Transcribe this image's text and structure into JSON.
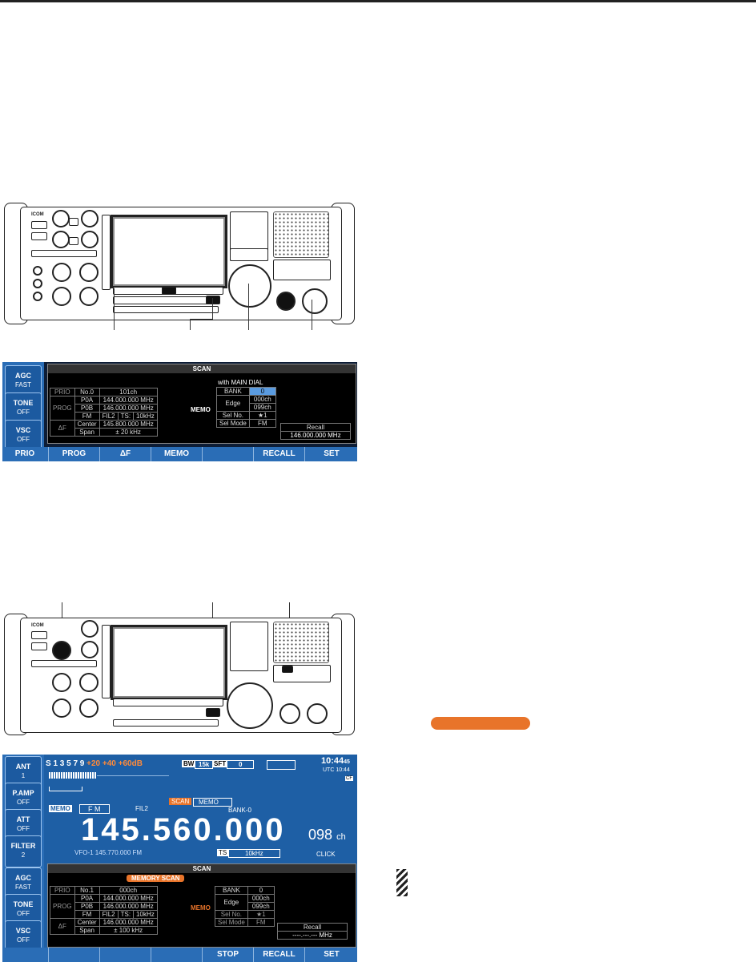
{
  "radio_top": {
    "brand": "ICOM"
  },
  "screen1": {
    "side_buttons": [
      {
        "label": "AGC",
        "value": "FAST"
      },
      {
        "label": "TONE",
        "value": "OFF"
      },
      {
        "label": "VSC",
        "value": "OFF"
      }
    ],
    "title": "SCAN",
    "with_main_dial": "with MAIN DIAL",
    "prio": "PRIO",
    "prio_no": "No.0",
    "prio_ch": "101ch",
    "prog": "PROG",
    "p0a": "P0A",
    "p0a_freq": "144.000.000 MHz",
    "p0b": "P0B",
    "p0b_freq": "146.000.000 MHz",
    "mode": "FM",
    "fil": "FIL2",
    "ts": "TS:",
    "ts_val": "10kHz",
    "df": "ΔF",
    "center": "Center",
    "center_freq": "145.800.000 MHz",
    "span": "Span",
    "span_val": "±   20 kHz",
    "memo": "MEMO",
    "bank": "BANK",
    "bank_val": "0",
    "edge": "Edge",
    "edge1": "000ch",
    "edge2": "099ch",
    "sel_no": "Sel No.",
    "sel_no_val": "★1",
    "sel_mode": "Sel Mode",
    "sel_mode_val": "FM",
    "recall": "Recall",
    "recall_freq": "146.000.000 MHz",
    "soft_keys": [
      "PRIO",
      "PROG",
      "ΔF",
      "MEMO",
      "",
      "RECALL",
      "SET"
    ]
  },
  "screen2": {
    "side_buttons": [
      {
        "label": "ANT",
        "value": "1"
      },
      {
        "label": "P.AMP",
        "value": "OFF"
      },
      {
        "label": "ATT",
        "value": "OFF"
      },
      {
        "label": "FILTER",
        "value": "2"
      },
      {
        "label": "AGC",
        "value": "FAST"
      },
      {
        "label": "TONE",
        "value": "OFF"
      },
      {
        "label": "VSC",
        "value": "OFF"
      }
    ],
    "s_meter": "S  1   3   5   7   9",
    "s_meter_plus": "+20  +40  +60dB",
    "bw_label": "BW",
    "bw_val": "15k",
    "sft_label": "SFT",
    "sft_val": "0",
    "clock": "10:44",
    "clock_sec": "45",
    "utc": "UTC 10:44",
    "cf": "CF",
    "scan_tag": "SCAN",
    "memo_tag": "MEMO",
    "bank_tag": "BANK-0",
    "memo_badge": "MEMO",
    "mode": "F M",
    "fil": "FIL2",
    "frequency": "145.560.000",
    "channel": "098",
    "ch_unit": "ch",
    "vfo": "VFO-1    145.770.000   FM",
    "ts_label": "TS",
    "ts_val": "10kHz",
    "click": "CLICK",
    "scan_title": "SCAN",
    "memory_scan": "MEMORY SCAN",
    "prio": "PRIO",
    "prio_no": "No.1",
    "prio_ch": "000ch",
    "prog": "PROG",
    "p0a": "P0A",
    "p0a_freq": "144.000.000 MHz",
    "p0b": "P0B",
    "p0b_freq": "146.000.000 MHz",
    "fm": "FM",
    "fil2": "FIL2",
    "ts2": "TS:",
    "ts2_val": "10kHz",
    "df": "ΔF",
    "center": "Center",
    "center_freq": "146.000.000 MHz",
    "span": "Span",
    "span_val": "±  100 kHz",
    "memo": "MEMO",
    "bank": "BANK",
    "bank_val": "0",
    "edge": "Edge",
    "edge1": "000ch",
    "edge2": "099ch",
    "sel_no": "Sel No.",
    "sel_no_val": "★1",
    "sel_mode": "Sel Mode",
    "sel_mode_val": "FM",
    "recall": "Recall",
    "recall_freq": "----.---.---  MHz",
    "soft_keys": [
      "",
      "",
      "",
      "",
      "STOP",
      "RECALL",
      "SET"
    ]
  },
  "colors": {
    "accent": "#e8742a",
    "panel_blue": "#2a6db6",
    "screen_bg": "#0d1d36"
  }
}
